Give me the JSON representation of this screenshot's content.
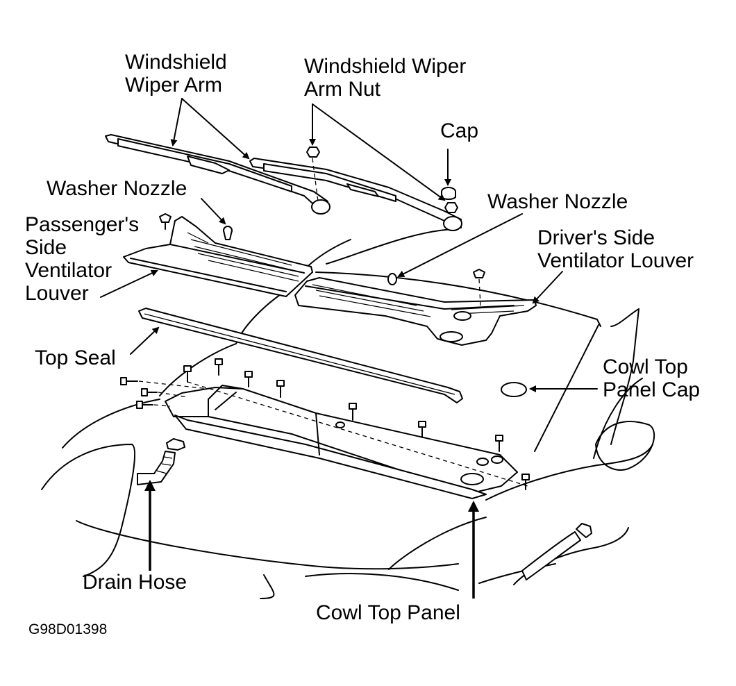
{
  "labels": {
    "wiper_arm_line1": "Windshield",
    "wiper_arm_line2": "Wiper Arm",
    "wiper_nut_line1": "Windshield Wiper",
    "wiper_nut_line2": "Arm Nut",
    "cap": "Cap",
    "washer_nozzle_left": "Washer Nozzle",
    "washer_nozzle_right": "Washer Nozzle",
    "passenger_louver_line1": "Passenger's",
    "passenger_louver_line2": "Side",
    "passenger_louver_line3": "Ventilator",
    "passenger_louver_line4": "Louver",
    "driver_louver_line1": "Driver's Side",
    "driver_louver_line2": "Ventilator Louver",
    "top_seal": "Top Seal",
    "cowl_cap_line1": "Cowl Top",
    "cowl_cap_line2": "Panel Cap",
    "drain_hose": "Drain Hose",
    "cowl_panel": "Cowl Top Panel"
  },
  "figure_code": "G98D01398",
  "colors": {
    "ink": "#000000",
    "background": "#ffffff"
  }
}
